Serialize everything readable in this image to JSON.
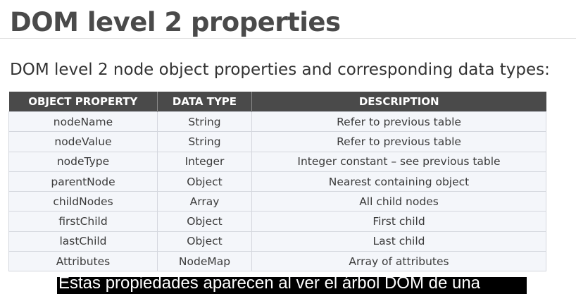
{
  "slide": {
    "title": "DOM level 2 properties",
    "subtitle": "DOM level 2 node object properties and corresponding data types:"
  },
  "table": {
    "headers": [
      "OBJECT PROPERTY",
      "DATA TYPE",
      "DESCRIPTION"
    ],
    "rows": [
      [
        "nodeName",
        "String",
        "Refer to previous table"
      ],
      [
        "nodeValue",
        "String",
        "Refer to previous table"
      ],
      [
        "nodeType",
        "Integer",
        "Integer constant – see previous table"
      ],
      [
        "parentNode",
        "Object",
        "Nearest containing object"
      ],
      [
        "childNodes",
        "Array",
        "All child nodes"
      ],
      [
        "firstChild",
        "Object",
        "First child"
      ],
      [
        "lastChild",
        "Object",
        "Last child"
      ],
      [
        "Attributes",
        "NodeMap",
        "Array of attributes"
      ]
    ]
  },
  "caption": {
    "text": "Estas propiedades aparecen al ver el árbol DOM de una"
  },
  "colors": {
    "header_bg": "#4a4a4a",
    "row_bg": "#f4f6fa",
    "caption_bg": "#000000"
  }
}
